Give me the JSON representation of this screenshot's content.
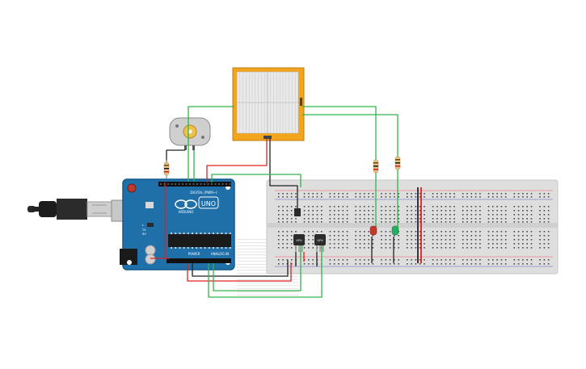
{
  "board": {
    "brand_label": "ARDUINO",
    "model_label": "UNO",
    "digital_header_label": "DIGITAL (PWM~)",
    "power_label": "POWER",
    "analog_label": "ANALOG IN",
    "led_l_label": "L",
    "led_tx_label": "TX",
    "led_rx_label": "RX"
  },
  "transistors": {
    "t1_label": "NPN",
    "t2_label": "NPN"
  },
  "colors": {
    "board_blue": "#1f6fa8",
    "wire_green": "#33b34a",
    "wire_red": "#e02020",
    "wire_black": "#222222",
    "plotter_frame": "#f2a41c",
    "breadboard": "#dedede",
    "led_red": "#c0392b",
    "led_green": "#27ae60"
  }
}
